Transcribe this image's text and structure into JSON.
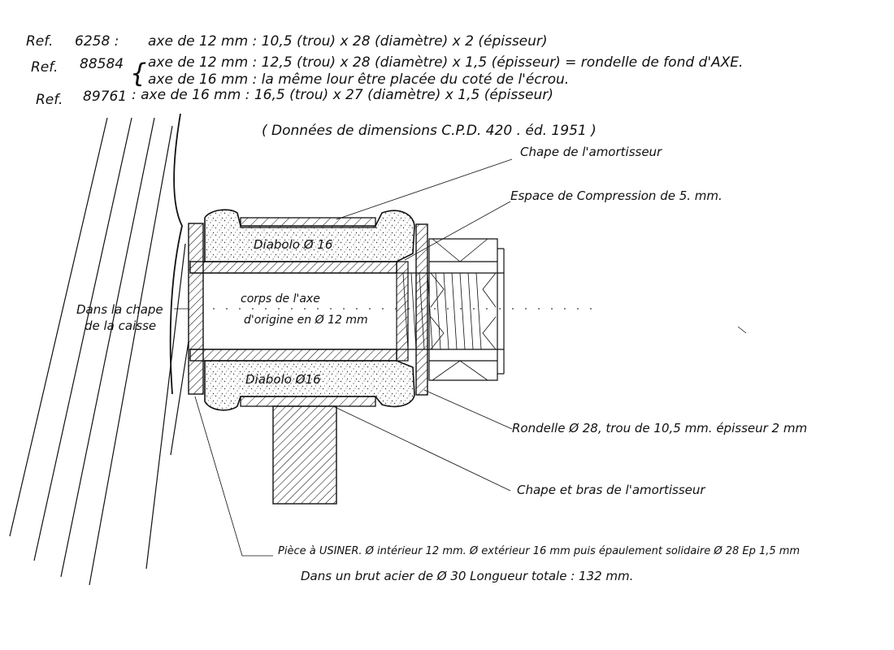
{
  "header": {
    "ref1": {
      "label": "Ref.",
      "number": "6258 :",
      "text": "axe de 12 mm : 10,5 (trou) x 28 (diamètre) x 2 (épisseur)"
    },
    "ref2": {
      "label": "Ref.",
      "number": "88584",
      "line1": "axe de 12 mm : 12,5 (trou) x 28 (diamètre) x 1,5 (épisseur) = rondelle de fond d'AXE.",
      "line2": "axe de 16 mm : la même lour être placée du coté de l'écrou."
    },
    "ref3": {
      "label": "Ref.",
      "number": "89761",
      "text": ": axe de 16 mm : 16,5 (trou) x 27 (diamètre) x 1,5 (épisseur)"
    },
    "source": "( Données de dimensions C.P.D. 420 . éd. 1951 )"
  },
  "labels": {
    "chape_amortisseur": "Chape de l'amortisseur",
    "espace_compression": "Espace de Compression de 5. mm.",
    "diabolo_top": "Diabolo Ø 16",
    "diabolo_bottom": "Diabolo Ø16",
    "corps_axe_1": "corps de l'axe",
    "corps_axe_2": "d'origine en Ø 12 mm",
    "chape_caisse_1": "Dans la chape",
    "chape_caisse_2": "de la caisse",
    "rondelle": "Rondelle Ø 28, trou de 10,5 mm. épisseur 2 mm",
    "chape_bras": "Chape et bras de l'amortisseur",
    "piece_usiner": "Pièce à USINER. Ø intérieur 12 mm. Ø extérieur 16 mm puis épaulement solidaire Ø 28 Ep 1,5 mm",
    "brut_acier": "Dans un brut acier de Ø 30 Longueur totale : 132 mm."
  },
  "colors": {
    "ink": "#111111",
    "paper": "#ffffff"
  }
}
